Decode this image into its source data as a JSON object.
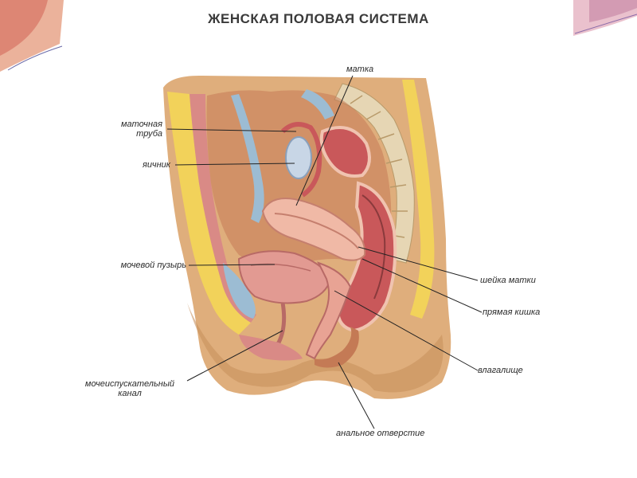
{
  "title": "ЖЕНСКАЯ ПОЛОВАЯ СИСТЕМА",
  "labels": {
    "uterus": "матка",
    "fallopian_tube_line1": "маточная",
    "fallopian_tube_line2": "труба",
    "ovary": "яичник",
    "bladder": "мочевой пузырь",
    "cervix": "шейка матки",
    "rectum": "прямая кишка",
    "vagina": "влагалище",
    "urethra_line1": "мочеиспускательный",
    "urethra_line2": "канал",
    "anus": "анальное отверстие"
  },
  "colors": {
    "skin": "#dfae7c",
    "skin_dark": "#c8915d",
    "fat": "#f2d25a",
    "muscle": "#d98a86",
    "uterus": "#f0b9a6",
    "rectum": "#c9585a",
    "bladder": "#e29a92",
    "bone": "#e6d6b4",
    "blue": "#9cbcd3"
  }
}
